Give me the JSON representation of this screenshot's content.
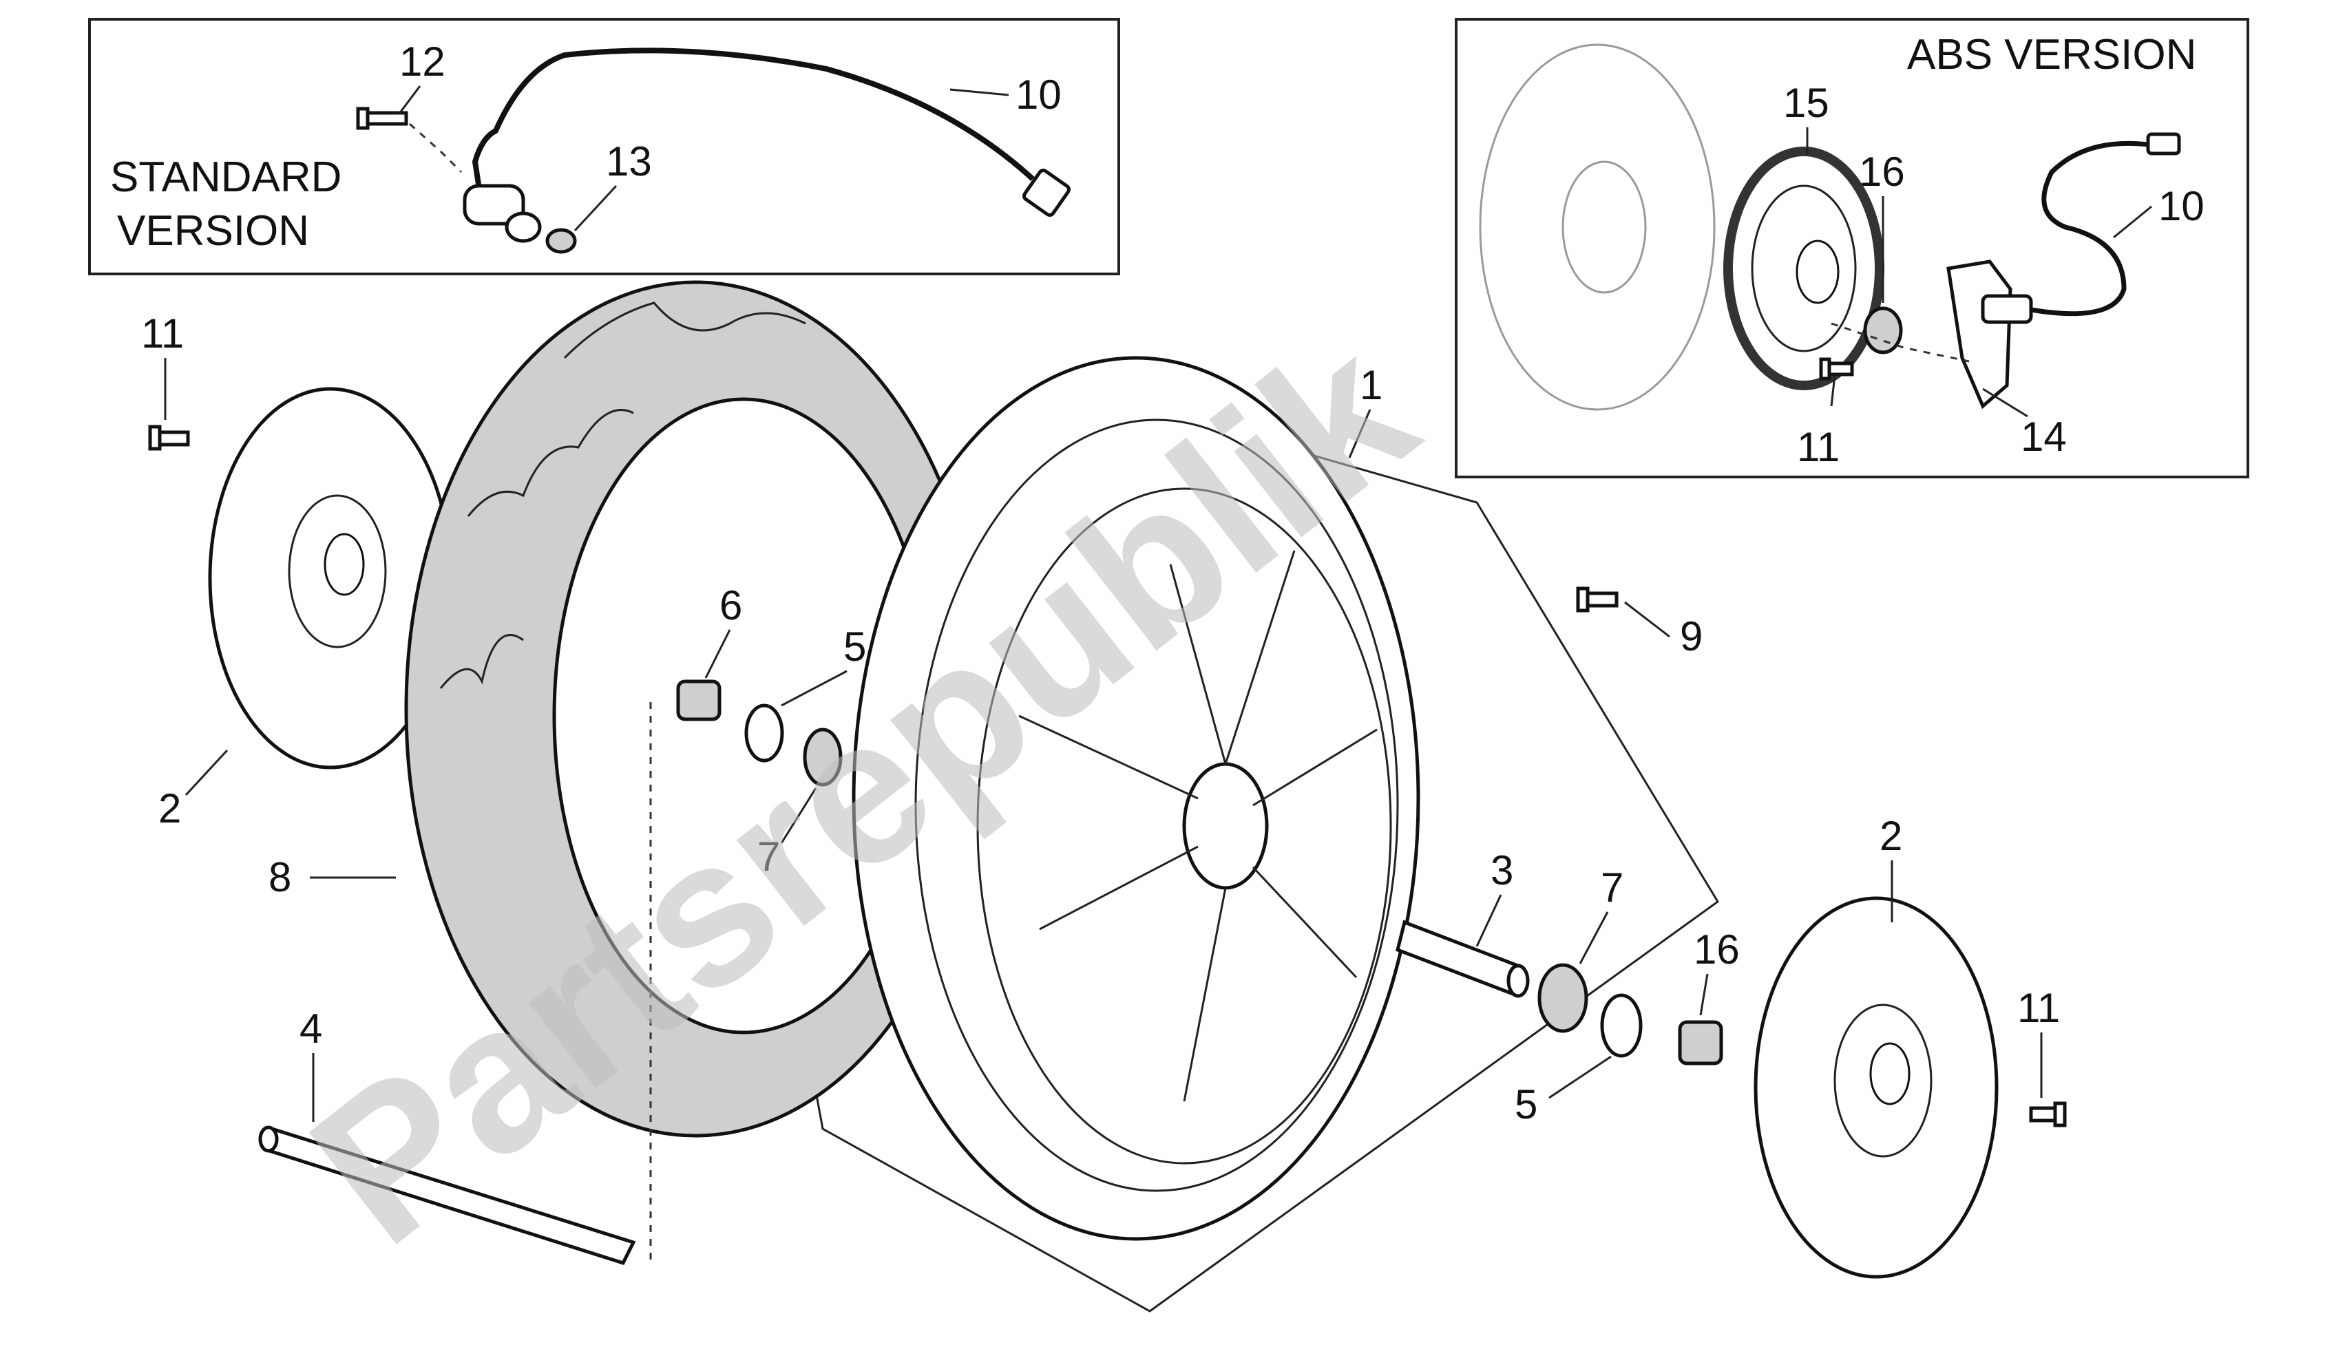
{
  "insets": {
    "standard": {
      "label_line1": "STANDARD",
      "label_line2": "VERSION"
    },
    "abs": {
      "label": "ABS VERSION"
    }
  },
  "watermark": {
    "text": "Partsrepublik"
  },
  "callouts": {
    "c1": "1",
    "c2a": "2",
    "c2b": "2",
    "c3": "3",
    "c4": "4",
    "c5a": "5",
    "c5b": "5",
    "c6": "6",
    "c7a": "7",
    "c7b": "7",
    "c8": "8",
    "c9": "9",
    "c10a": "10",
    "c10b": "10",
    "c11a": "11",
    "c11b": "11",
    "c11c": "11",
    "c12": "12",
    "c13": "13",
    "c14": "14",
    "c15": "15",
    "c16a": "16",
    "c16b": "16"
  },
  "colors": {
    "line": "#111111",
    "tyre": "#cfcfcf",
    "watermark": "#bdbdbd"
  }
}
